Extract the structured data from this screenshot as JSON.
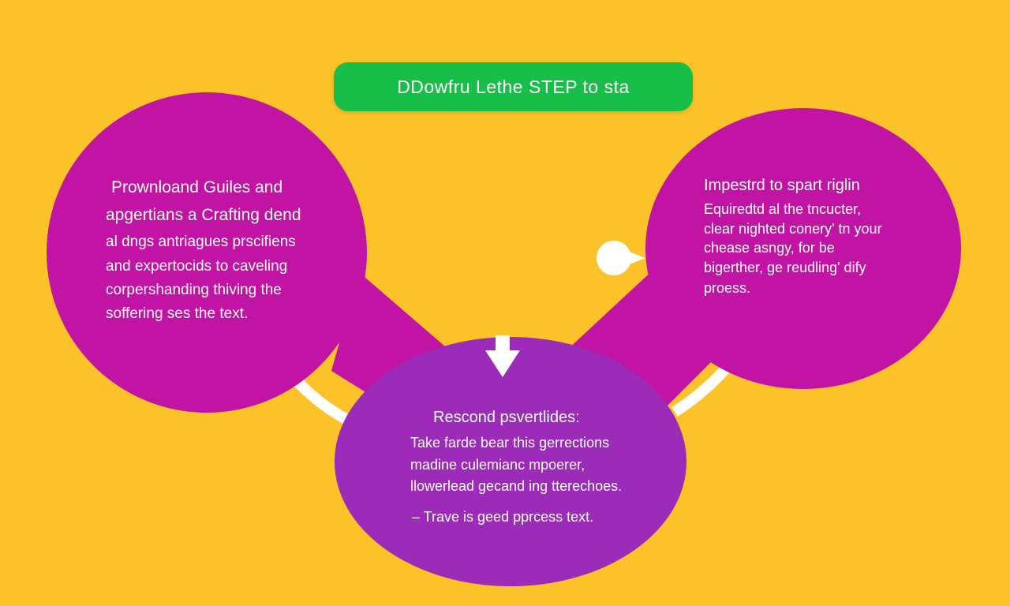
{
  "colors": {
    "background": "#FCC22A",
    "pill": "#17BF48",
    "magenta": "#C214A4",
    "purple": "#9B2BB8",
    "connector": "#FFFFFF"
  },
  "header": {
    "title": "DDowfru Lethe STEP to sta"
  },
  "left_circle": {
    "title_lines": [
      "Prownloand Guiles and",
      "apgertians a Crafting dend"
    ],
    "body_lines": [
      "al dngs antriagues prscifiens",
      "and expertocids to caveling",
      "corpershanding thiving the",
      "soffering ses the text."
    ]
  },
  "right_circle": {
    "title": "Impestrd to spart riglin",
    "body_lines": [
      "Equiredtd al the tncucter,",
      "clear nighted conery' tn your",
      "chease asngy, for be",
      "bigerther, ge reudling' dify",
      "proess."
    ]
  },
  "bottom_circle": {
    "title": "Rescond psvertlides:",
    "body_lines": [
      "Take farde bear this gerrections",
      "madine culemianc mpoerer,",
      "llowerlead gecand ing tterechoes."
    ],
    "footer": "– Trave is geed pprcess text."
  },
  "icons": {
    "down_arrow": "arrow-down-icon",
    "speech_bubble": "speech-bubble-icon"
  }
}
